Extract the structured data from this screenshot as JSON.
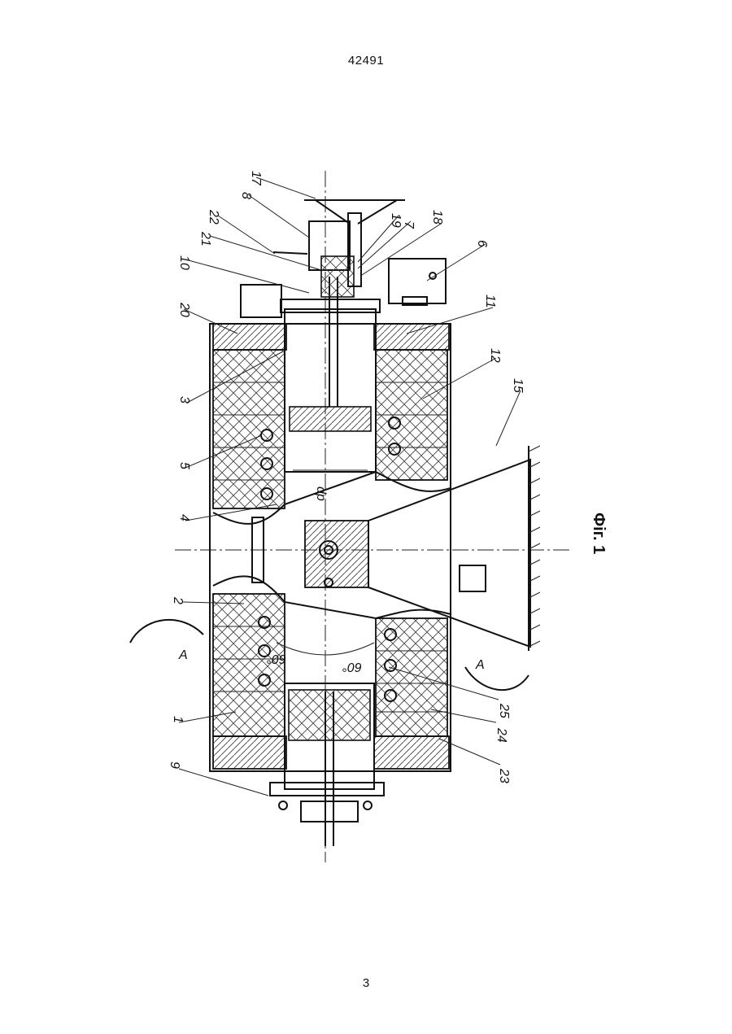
{
  "document": {
    "header_number": "42491",
    "page_number": "3",
    "figure_caption": "Фіг. 1"
  },
  "annotations": {
    "diameter": "dр",
    "angle_left": "60°",
    "angle_right": "60°",
    "section_mark": "А"
  },
  "callouts": [
    "1",
    "2",
    "3",
    "4",
    "5",
    "6",
    "7",
    "8",
    "9",
    "10",
    "11",
    "12",
    "15",
    "17",
    "18",
    "19",
    "20",
    "21",
    "22",
    "23",
    "24",
    "25"
  ]
}
